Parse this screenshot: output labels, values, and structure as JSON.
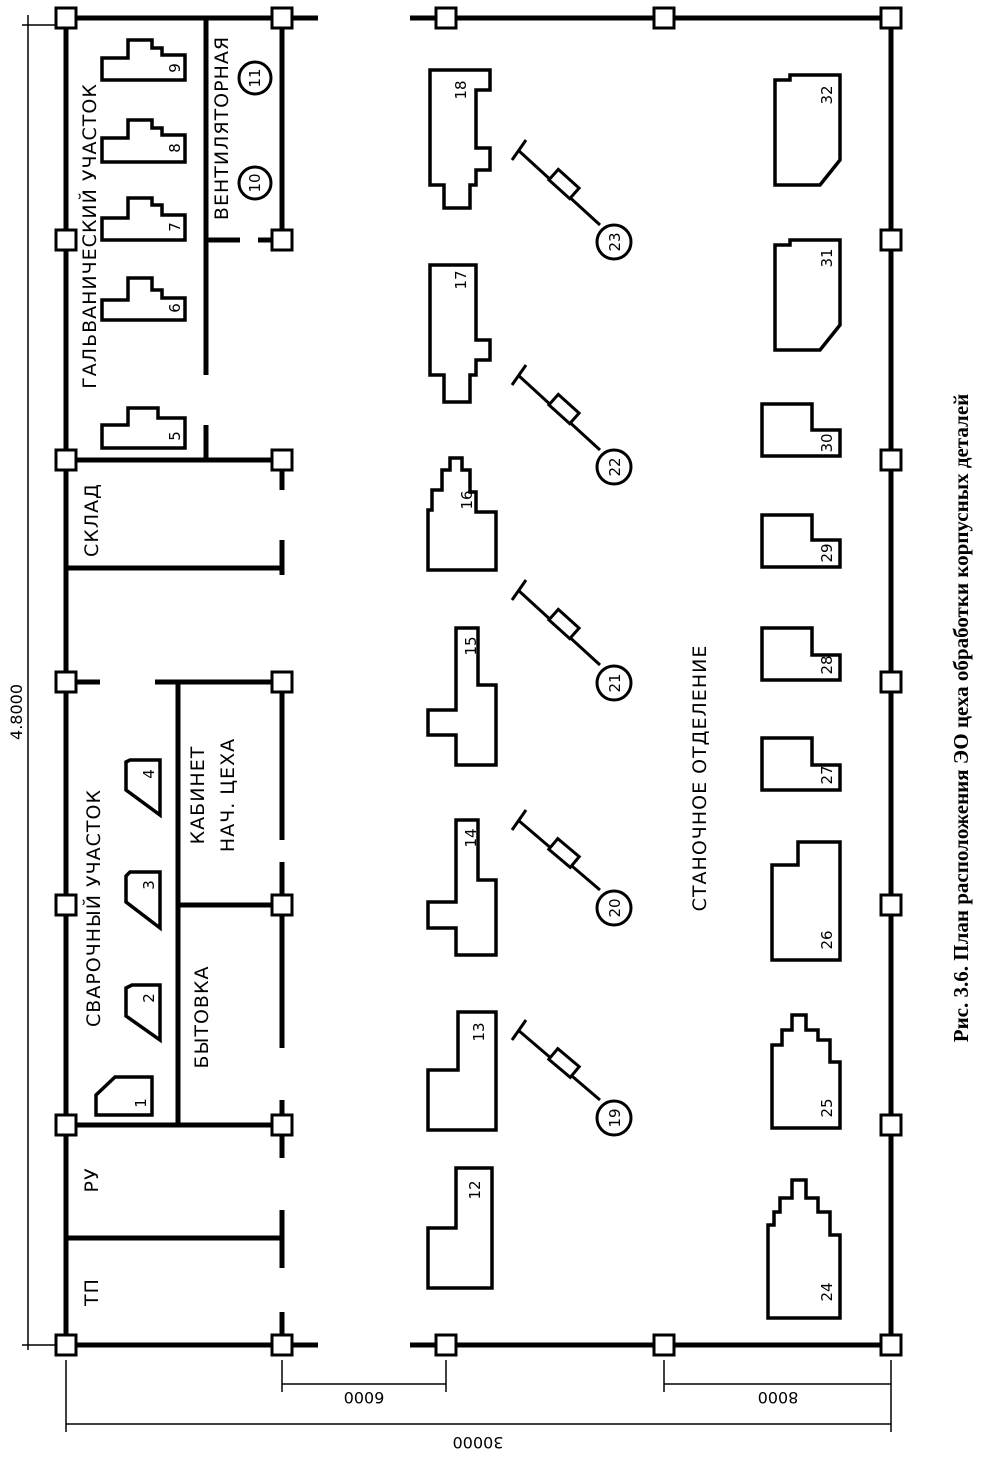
{
  "caption": "Рис. 3.6. План расположения ЭО цеха обработки корпусных деталей",
  "dimensions": {
    "length": "4.8000",
    "width_total": "30000",
    "span_left": "6000",
    "span_right": "8000"
  },
  "rooms": {
    "tp": "ТП",
    "ru": "РУ",
    "welding": "СВАРОЧНЫЙ УЧАСТОК",
    "bytovka": "БЫТОВКА",
    "office_line1": "КАБИНЕТ",
    "office_line2": "НАЧ. ЦЕХА",
    "sklad": "СКЛАД",
    "galvanic": "ГАЛЬВАНИЧЕСКИЙ УЧАСТОК",
    "vent": "ВЕНТИЛЯТОРНАЯ",
    "machining": "СТАНОЧНОЕ ОТДЕЛЕНИЕ"
  },
  "equipment": {
    "welding_posts": [
      "1",
      "2",
      "3",
      "4"
    ],
    "galvanic_baths": [
      "5",
      "6",
      "7",
      "8",
      "9"
    ],
    "fans": [
      "10",
      "11"
    ],
    "machines_row1": [
      "12",
      "13",
      "14",
      "15",
      "16",
      "17",
      "18"
    ],
    "robots": [
      "19",
      "20",
      "21",
      "22",
      "23"
    ],
    "machines_row3": [
      "24",
      "25",
      "26",
      "27",
      "28",
      "29",
      "30",
      "31",
      "32"
    ]
  }
}
